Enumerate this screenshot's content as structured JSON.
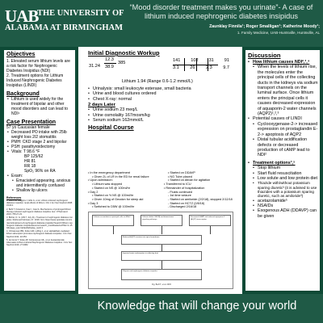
{
  "header": {
    "logo_mark": "UAB",
    "logo_line1": "THE UNIVERSITY OF",
    "logo_line2": "ALABAMA AT BIRMINGHAM",
    "title": "“Mood disorder treatment makes you urinate”- A case of lithium induced nephrogenic diabetes insipidus",
    "authors": "Zaunklay Finnila¹; Roger Smalligan¹; Katherine Moody¹;",
    "affiliation": "1. Family Medicine, UAB-Huntsville, Huntsville, AL"
  },
  "left": {
    "objectives_heading": "Objectives",
    "objectives": [
      "1. Elevated serum lithium levels are a risk factor for Nephrogenic Diabetes Insipidus (NDI)",
      "2. Treatment options for Lithium Induced Nephrogenic Diabetes Insipidus (LINDI)"
    ],
    "background_heading": "Background",
    "background": [
      "Lithium is used widely for the treatment of bipolar and other mood disorders and can lead to NDI¹"
    ],
    "case_heading": "Case Presentation",
    "case_intro": "57 yo Caucasian female",
    "case_items": [
      "Decreased PO intake with 25lb weight loss 2/2 stomatitis",
      "PMH: CKD stage 2 and bipolar",
      "PSH: parathyroidectomy",
      "Vitals: T 98.6 °F",
      "BP 125/62",
      "HR 81",
      "RR 18",
      "SpO₂ 96% on RA",
      "Exam:",
      "Emaciated appearing, anxious and intermittently confused",
      "Shallow lip ulcers"
    ],
    "references_heading": "References",
    "references": [
      "1. Blohm E, Maggins J, Ellis G, et al. Lithium-induced nephrogenic diabetes insipidus: renal effects of lithium. Clin J Am Soc Nephrol 2008; 3:1013.",
      "2. Behl T, Kotwani A, Kaur I, Goel A. Mechanisms of prolonged lithium therapy-induced nephrogenic diabetes insipidus. Eur J Pharmacol. 2015; 755:27-33.",
      "3. Bichet, D. G. (2017, July 21). Treatment of nephrogenic diabetes insipidus. Retrieved February 27, 2018, from https://www.uptodate.com/contents/treatment-of-nephrogenic-diabetes-insipidus?search=lithium nephrogenic diabetes insipidus&source=search_result&selectedTitle=1~150&usage_type=default&display_rank=1",
      "4. Christensen BM, Zuber AM, Loffing J, et al. alphaENaC-mediated lithium absorption promotes nephrogenic diabetes insipidus. J Am Soc Nephrol 2011; 22:253.",
      "5. de Groot T, Sinke AP, Kortenoeven ML, et al. Acetazolamide Attenuates Lithium-Induced Nephrogenic Diabetes Insipidus. J Am Soc Nephrol 2016; 27:2082."
    ]
  },
  "middle": {
    "workup_heading": "Initial Diagnostic Workup",
    "bmp_left": [
      "31.24",
      "12.3",
      "38.9",
      "385"
    ],
    "bmp_right_top": [
      "141",
      "102",
      "31",
      "91"
    ],
    "bmp_right_bottom": [
      "3.1",
      "26",
      "2.3",
      "9.7"
    ],
    "lithium": "Lithium 1.94 (Range 0.6-1.2 mmol/L)",
    "workup_items": [
      "Urinalysis: small leukocyte esterase, small bacteria",
      "Urine and blood cultures ordered",
      "Chest X-ray: normal"
    ],
    "later_heading": "2 days Later",
    "later_items": [
      "Urine sodium 23 meq/L",
      "Urine osmolality 167mosm/kg",
      "Serum sodium 162mmol/L"
    ],
    "course_heading": "Hospital Course",
    "course_left": [
      "In the emergency department",
      "Given 2L of LR in the ED for renal failure",
      "Upon admission:",
      "Lithium was stopped",
      "Started on NS @ 100ml/hr",
      "Day 2",
      "Started on ½ NS @ 100ml/hr",
      "Given 10mg of Geodon for sleep aid",
      "Day 3",
      "Switched to D5W @ 100ml/hr"
    ],
    "course_right": [
      "Started on DDAVP",
      "NG Tube placed",
      "Started on Ativan for agitation",
      "Transferred to ICU",
      "Remainder of hospitalization",
      "- Fluids continued",
      "- 1st time seizure",
      "- Started on amiloride (2/2/18), stopped 2/12/18",
      "- Started on HCTZ (2/8/18)",
      "- Discharged 2/16/18"
    ],
    "flow_boxes": [
      "Lithium accumulates in principal cells via ENaC",
      "Lithium inhibits GSK3β and downstream signaling pathways",
      "Decreased cAMP and reduced aquaporin-2 (AQP2) transcription",
      "Reduced AQP2 insertion into apical membrane",
      "Impaired water reabsorption in collecting duct",
      "Polyuria and nephrogenic diabetes insipidus"
    ],
    "figure_caption": "Fig. Behl T, et al. 2015"
  },
  "right": {
    "discussion_heading": "Discussion",
    "mech_heading": "How lithium causes NDI²,³,⁴",
    "mech_items": [
      "When the levels of lithium rise, the molecules enter the principal cells of the collecting ducts in the kidneys via sodium transport channels on the luminal surface. Once lithium enters the principal cells it causes decreased expression of aquaporin-2 water channels (AQP2)¹,²,³",
      "Potential causes of LINDI",
      "Cyclooxygenase-2-> increased expression on prostaglandin E-2-> apoptosis of AQP2",
      "Distal tubular acidification defects or decreased production of cAMP lead to NDI²"
    ],
    "treat_heading": "Treatment options³,⁵",
    "treat_items": [
      "Stop lithium",
      "Start fluid resuscitation",
      "Low solute and low protein diet",
      "Thiazide with/without potassium sparing diuretic³ (it is advised to use thiazides with a potassium sparing diuretic, such as amiloride³)",
      "acetazolamide⁵",
      "NSAIDs",
      "Exogenous ADH (DDAVP) can be given"
    ]
  },
  "footer": {
    "tagline": "Knowledge that will change your world"
  },
  "colors": {
    "header_green": "#1f5a46",
    "band_green": "#0e4a36",
    "accent_red": "#c00000"
  }
}
